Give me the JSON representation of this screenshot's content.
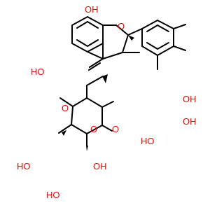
{
  "figure": {
    "type": "chemical-structure",
    "atom_labels": {
      "oh_top": "OH",
      "oh_left": "HO",
      "ring_o_top": "O",
      "carbonyl_o": "O",
      "glycosidic_o": "O",
      "sugar_ring_o": "O",
      "oh_right_1": "OH",
      "oh_right_2": "OH",
      "oh_right_3": "HO",
      "oh_sugar_1": "HO",
      "oh_sugar_2": "OH",
      "oh_sugar_3": "HO"
    }
  },
  "colors": {
    "bond": "#000000",
    "heteroatom": "#ff0000",
    "background": "#ffffff"
  }
}
